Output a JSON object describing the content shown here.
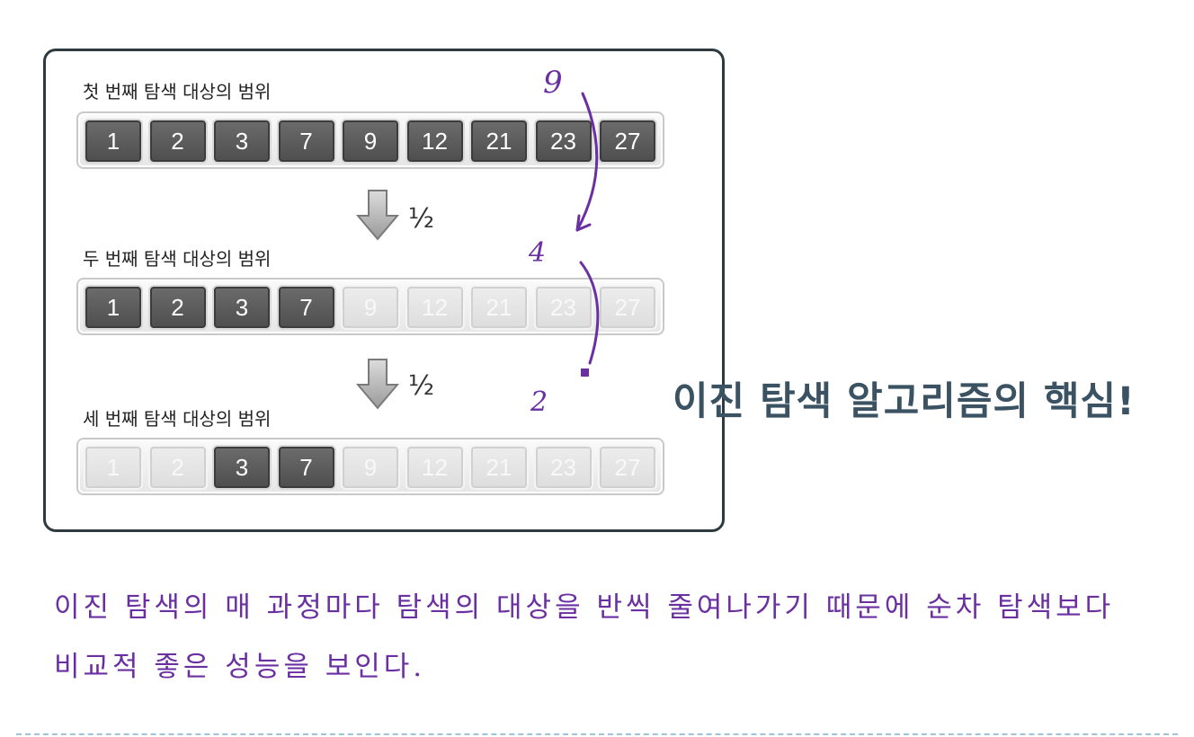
{
  "rows": [
    {
      "label": "첫 번째  탐색  대상의   범위",
      "values": [
        "1",
        "2",
        "3",
        "7",
        "9",
        "12",
        "21",
        "23",
        "27"
      ],
      "active": [
        true,
        true,
        true,
        true,
        true,
        true,
        true,
        true,
        true
      ]
    },
    {
      "label": "두 번째  탐색  대상의   범위",
      "values": [
        "1",
        "2",
        "3",
        "7",
        "9",
        "12",
        "21",
        "23",
        "27"
      ],
      "active": [
        true,
        true,
        true,
        true,
        false,
        false,
        false,
        false,
        false
      ]
    },
    {
      "label": "세 번째  탐색  대상의   범위",
      "values": [
        "1",
        "2",
        "3",
        "7",
        "9",
        "12",
        "21",
        "23",
        "27"
      ],
      "active": [
        false,
        false,
        true,
        true,
        false,
        false,
        false,
        false,
        false
      ]
    }
  ],
  "half_label": "½",
  "hand_numbers": {
    "first": "9",
    "second": "4",
    "third": "2"
  },
  "headline": "이진 탐색 알고리즘의 핵심!",
  "note": {
    "line1": "이진 탐색의 매 과정마다 탐색의 대상을 반씩 줄여나가기 때문에 순차 탐색보다",
    "line2": "비교적 좋은 성능을 보인다."
  },
  "colors": {
    "border": "#2f3a40",
    "active_cell": "#5c5c5c",
    "handwriting": "#6a2fa0",
    "headline": "#3a5262"
  },
  "icons": {
    "arrow": "arrow-down-icon"
  }
}
